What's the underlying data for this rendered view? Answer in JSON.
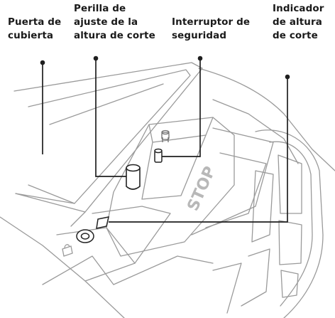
{
  "labels": {
    "deck_door": [
      "Puerta de",
      "cubierta"
    ],
    "height_knob": [
      "Perilla de",
      "ajuste de la",
      "altura de corte"
    ],
    "safety_switch": [
      "Interruptor de",
      "seguridad"
    ],
    "height_indicator": [
      "Indicador",
      "de altura",
      "de corte"
    ]
  },
  "stop_text": "STOP",
  "colors": {
    "text": "#1a1a1a",
    "line_art": "#9a9a9a",
    "leader": "#1f1f1f"
  }
}
